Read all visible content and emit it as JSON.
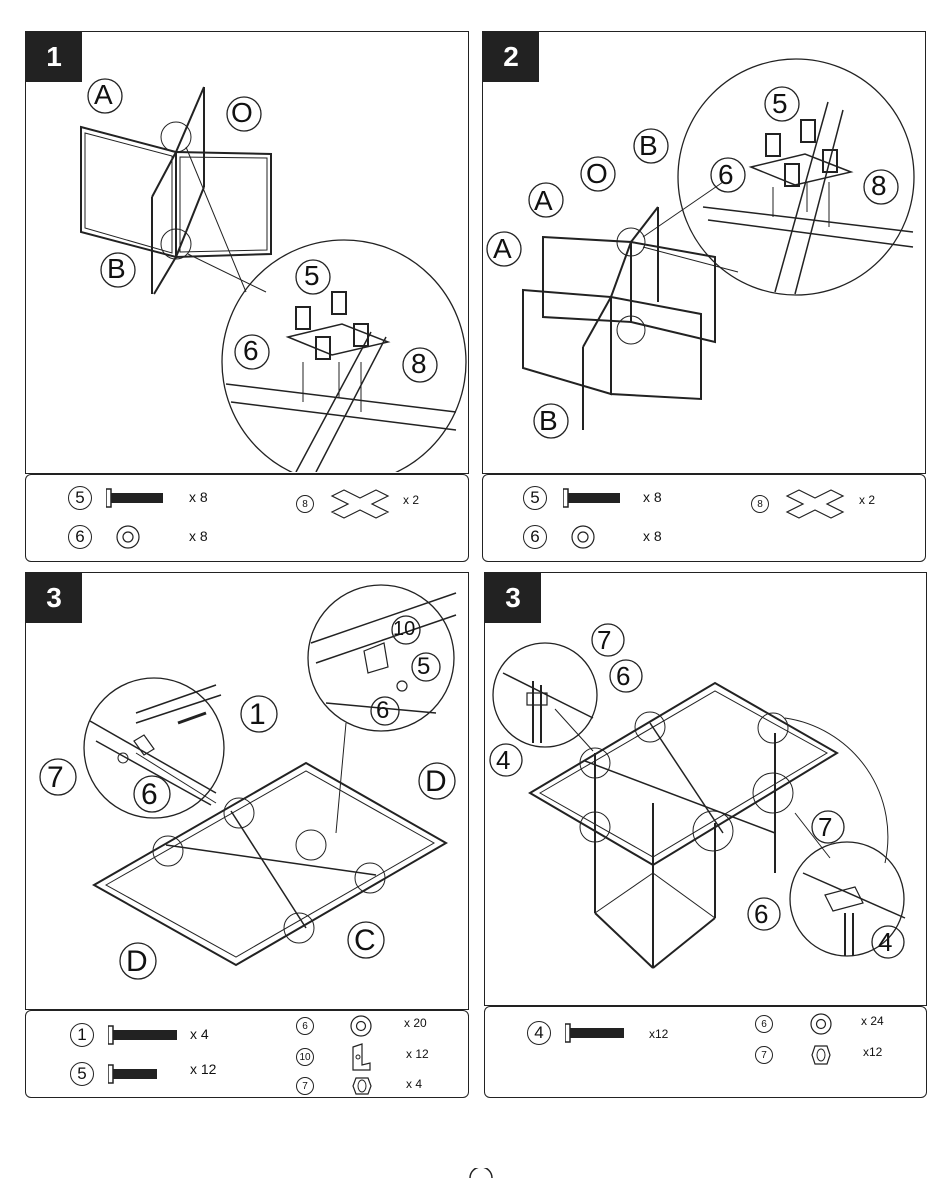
{
  "steps": [
    {
      "number": "1",
      "labels": {
        "a": "A",
        "o": "O",
        "b": "B",
        "n5": "5",
        "n6": "6",
        "n8": "8"
      }
    },
    {
      "number": "2",
      "labels": {
        "a1": "A",
        "a2": "A",
        "o": "O",
        "b1": "B",
        "b2": "B",
        "n5": "5",
        "n6": "6",
        "n8": "8"
      }
    },
    {
      "number": "3",
      "labels": {
        "n10": "10",
        "n5": "5",
        "n6a": "6",
        "n1": "1",
        "n7": "7",
        "n6b": "6",
        "d1": "D",
        "d2": "D",
        "c": "C"
      }
    },
    {
      "number": "3",
      "labels": {
        "n7a": "7",
        "n6a": "6",
        "n4a": "4",
        "n7b": "7",
        "n6b": "6",
        "n4b": "4"
      }
    }
  ],
  "parts": {
    "p1": [
      {
        "id": "5",
        "qty": "x 8"
      },
      {
        "id": "6",
        "qty": "x 8"
      },
      {
        "id": "8",
        "qty": "x 2"
      }
    ],
    "p2": [
      {
        "id": "5",
        "qty": "x 8"
      },
      {
        "id": "6",
        "qty": "x 8"
      },
      {
        "id": "8",
        "qty": "x 2"
      }
    ],
    "p3": [
      {
        "id": "1",
        "qty": "x 4"
      },
      {
        "id": "5",
        "qty": "x 12"
      },
      {
        "id": "6",
        "qty": "x 20"
      },
      {
        "id": "10",
        "qty": "x 12"
      },
      {
        "id": "7",
        "qty": "x 4"
      }
    ],
    "p4": [
      {
        "id": "4",
        "qty": "x12"
      },
      {
        "id": "6",
        "qty": "x 24"
      },
      {
        "id": "7",
        "qty": "x12"
      }
    ]
  }
}
